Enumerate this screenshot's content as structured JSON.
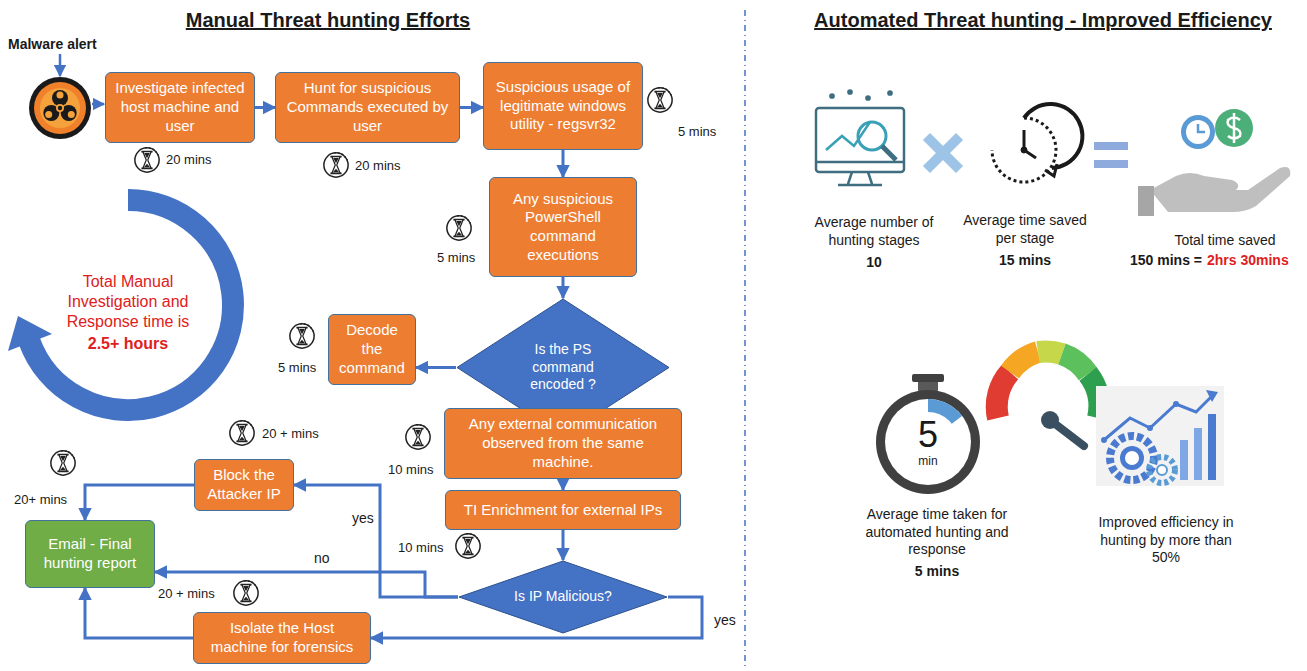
{
  "diagram": {
    "title": "Manual Threat hunting Efforts",
    "nodes": [
      {
        "text": [
          "Investigate infected host machine and user"
        ]
      },
      {
        "text": [
          "Hunt for suspicious Commands executed by user"
        ]
      },
      {
        "text": [
          "Suspicious usage of legitimate windows utility - regsvr32"
        ]
      },
      {
        "text": [
          "Any suspicious PowerShell command executions"
        ]
      },
      {
        "text": [
          "Is the PS command encoded ?"
        ]
      },
      {
        "text": [
          "Decode the command"
        ]
      },
      {
        "text": [
          "Any external communication observed from the same machine."
        ]
      },
      {
        "text": [
          "TI Enrichment for external IPs"
        ]
      },
      {
        "text": [
          "Is IP Malicious?"
        ]
      },
      {
        "text": [
          "Block the Attacker IP"
        ]
      },
      {
        "text": [
          "Email - Final hunting report"
        ]
      },
      {
        "text": [
          "Isolate the Host machine for forensics"
        ]
      }
    ],
    "edges": [
      {
        "from": 0,
        "to": 1,
        "arrow": "to"
      },
      {
        "from": 1,
        "to": 2,
        "arrow": "to"
      },
      {
        "from": 2,
        "to": 3,
        "arrow": "to"
      },
      {
        "from": 3,
        "to": 4,
        "arrow": "to"
      },
      {
        "from": 4,
        "to": 5,
        "arrow": "to"
      },
      {
        "from": 4,
        "to": 6,
        "arrow": "to"
      },
      {
        "from": 6,
        "to": 7,
        "arrow": "to"
      },
      {
        "from": 7,
        "to": 8,
        "arrow": "to"
      },
      {
        "from": 8,
        "to": 9,
        "label": "yes",
        "arrow": "to"
      },
      {
        "from": 8,
        "to": 10,
        "label": "no",
        "arrow": "to"
      },
      {
        "from": 8,
        "to": 11,
        "label": "yes",
        "arrow": "to"
      },
      {
        "from": 9,
        "to": 10,
        "arrow": "to"
      },
      {
        "from": 11,
        "to": 10,
        "arrow": "to"
      }
    ],
    "labels": [
      "Malware alert",
      "20 mins",
      "20 mins",
      "5 mins",
      "5 mins",
      "5 mins",
      "10 mins",
      "10 mins",
      "20 + mins",
      "20+ mins",
      "20 + mins",
      "Total Manual Investigation and Response time is",
      "2.5+ hours",
      "Automated Threat hunting - Improved Efficiency",
      "Average number of hunting stages",
      "10",
      "Average time saved per stage",
      "15 mins",
      "Total time saved",
      "150 mins =",
      "2hrs 30mins",
      "5",
      "min",
      "Average time taken for automated hunting and response",
      "5 mins",
      "Improved efficiency in hunting by more than 50%"
    ]
  }
}
